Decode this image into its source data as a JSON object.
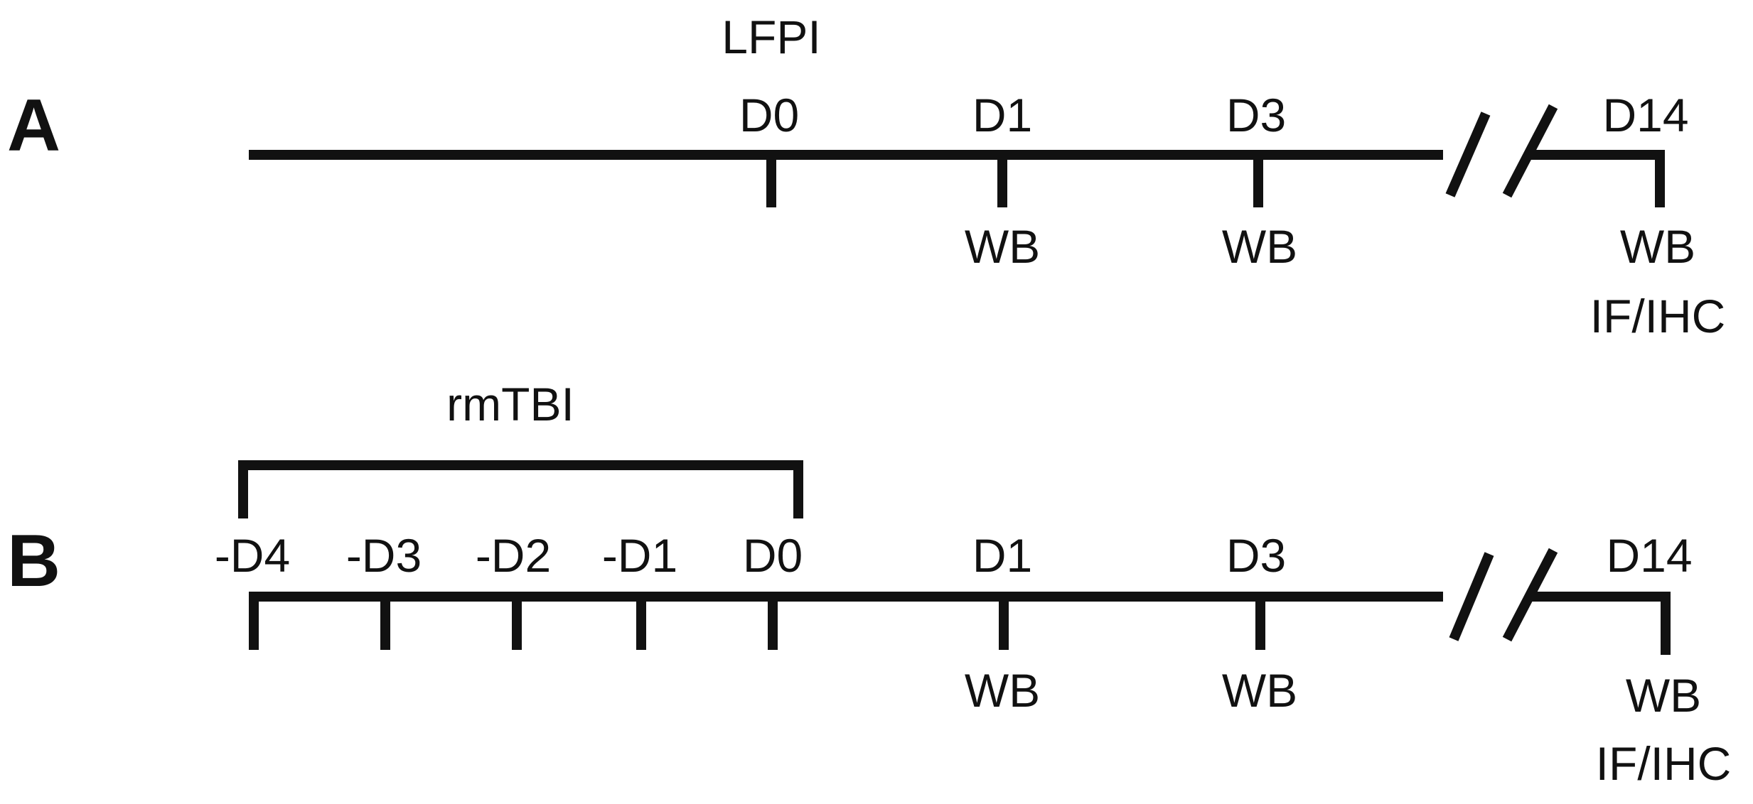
{
  "panel_a": {
    "label": "A",
    "event_label": "LFPI",
    "timepoints": [
      {
        "day": "D0",
        "assays": []
      },
      {
        "day": "D1",
        "assays": [
          "WB"
        ]
      },
      {
        "day": "D3",
        "assays": [
          "WB"
        ]
      },
      {
        "day": "D14",
        "assays": [
          "WB",
          "IF/IHC"
        ]
      }
    ]
  },
  "panel_b": {
    "label": "B",
    "event_label": "rmTBI",
    "timepoints": [
      {
        "day": "-D4",
        "assays": []
      },
      {
        "day": "-D3",
        "assays": []
      },
      {
        "day": "-D2",
        "assays": []
      },
      {
        "day": "-D1",
        "assays": []
      },
      {
        "day": "D0",
        "assays": []
      },
      {
        "day": "D1",
        "assays": [
          "WB"
        ]
      },
      {
        "day": "D3",
        "assays": [
          "WB"
        ]
      },
      {
        "day": "D14",
        "assays": [
          "WB",
          "IF/IHC"
        ]
      }
    ]
  },
  "colors": {
    "line": "#111111",
    "background": "#ffffff"
  }
}
